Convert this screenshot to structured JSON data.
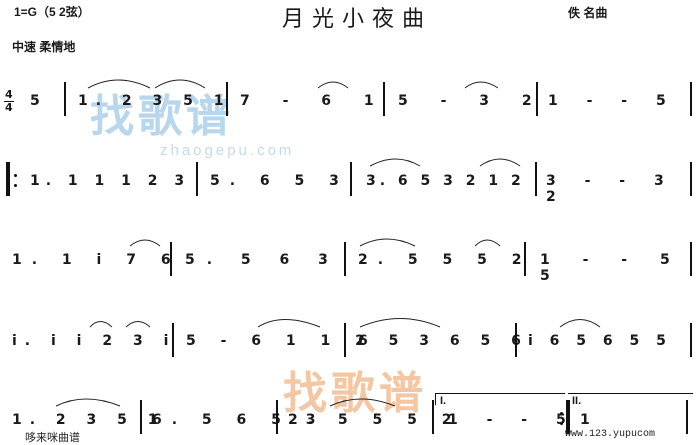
{
  "header": {
    "key": "1=G（5 2弦）",
    "title": "月光小夜曲",
    "composer": "佚  名曲",
    "tempo": "中速   柔情地"
  },
  "time_signature": {
    "top": "4",
    "bottom": "4"
  },
  "watermark": {
    "logo_text": "找歌谱",
    "url_text": "zhaogepu.com"
  },
  "footer": {
    "left": "哆来咪曲谱",
    "right": "www.123.yupucom"
  },
  "endings": {
    "first": "I.",
    "second": "II."
  },
  "rows": [
    [
      "5",
      "1. 2 3 5 1",
      "7 - 6 1",
      "5 - 3 2",
      "1 - - 5"
    ],
    [
      "1. 1 1 1 2 3",
      "5. 6 5 3",
      "3. 6 5 3 2 1 2",
      "3 - - 3 2"
    ],
    [
      "1. 1 i 7 6",
      "5. 5 6 3",
      "2. 5 5 5 2",
      "1 - - 5 5"
    ],
    [
      "i. i i 2 3 i",
      "5 - 6 1 1 2",
      "6 5 3 6 5 6",
      "i 6 5 6 5 5"
    ],
    [
      "1. 2 3 5 1",
      "6. 5 6 5 3",
      "2. 5 5 5 2",
      "1 - - 5",
      "1"
    ]
  ]
}
